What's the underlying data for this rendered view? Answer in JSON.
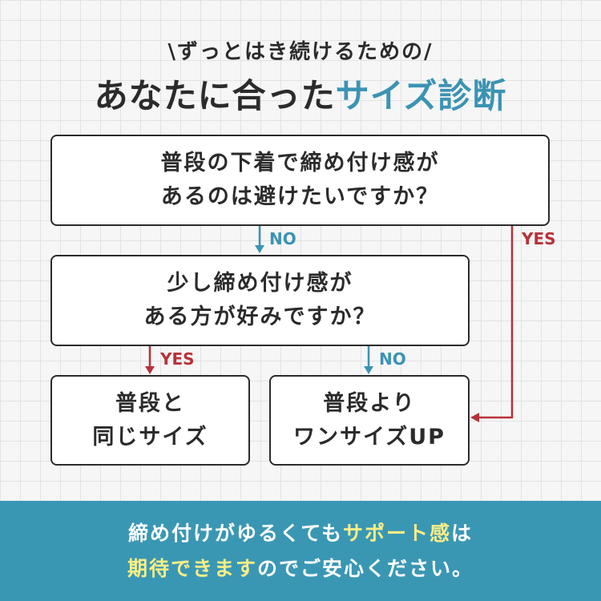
{
  "header": {
    "subtitle": "\\ずっとはき続けるための/",
    "title_main": "あなたに合った",
    "title_accent": "サイズ診断"
  },
  "colors": {
    "accent_blue": "#3b93b3",
    "accent_red": "#b8313a",
    "banner_bg": "#3a97b4",
    "highlight_yellow": "#fbee85"
  },
  "flowchart": {
    "q1": {
      "line1": "普段の下着で締め付け感が",
      "line2": "あるのは避けたいですか？"
    },
    "q2": {
      "line1": "少し締め付け感が",
      "line2": "ある方が好みですか？"
    },
    "result_same": {
      "line1": "普段と",
      "line2": "同じサイズ"
    },
    "result_up": {
      "line1": "普段より",
      "line2": "ワンサイズUP"
    },
    "labels": {
      "q1_no": "NO",
      "q1_yes": "YES",
      "q2_yes": "YES",
      "q2_no": "NO"
    }
  },
  "banner": {
    "line1_a": "締め付けがゆるくても",
    "line1_hl": "サポート感",
    "line1_b": "は",
    "line2_hl": "期待できます",
    "line2_b": "のでご安心ください。"
  }
}
